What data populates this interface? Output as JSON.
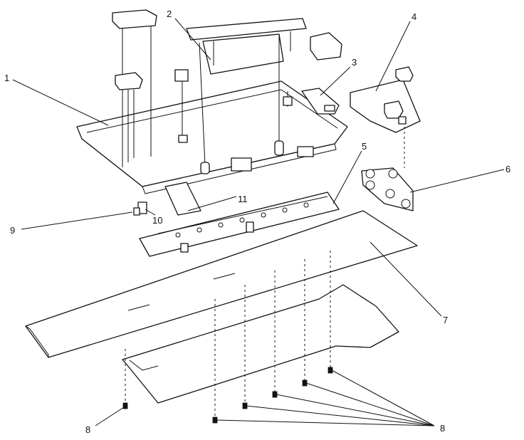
{
  "callouts": {
    "c1": "1",
    "c2": "2",
    "c3": "3",
    "c4": "4",
    "c5": "5",
    "c6": "6",
    "c7": "7",
    "c8a": "8",
    "c8b": "8",
    "c9": "9",
    "c10": "10",
    "c11": "11"
  },
  "colors": {
    "line": "#111111",
    "background": "#ffffff"
  }
}
